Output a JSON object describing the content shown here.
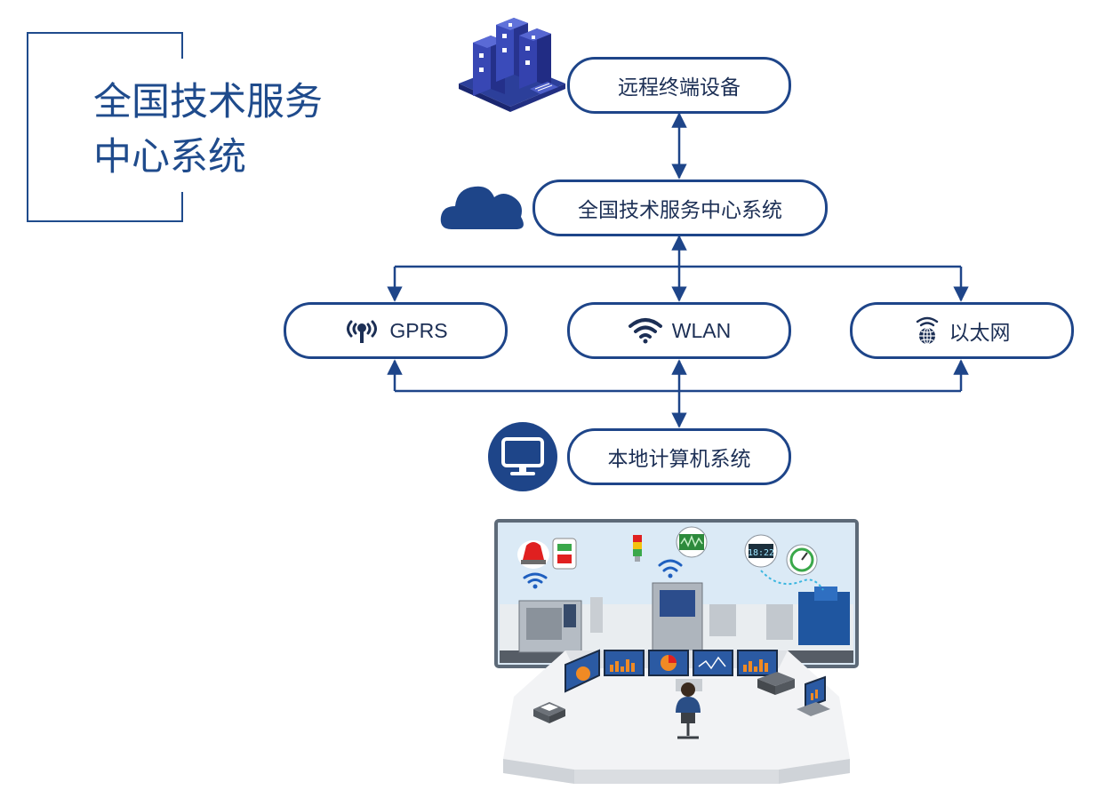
{
  "title": {
    "line1": "全国技术服务",
    "line2": "中心系统"
  },
  "nodes": {
    "remote": {
      "label": "远程终端设备"
    },
    "center": {
      "label": "全国技术服务中心系统"
    },
    "gprs": {
      "label": "GPRS",
      "icon": "antenna-icon"
    },
    "wlan": {
      "label": "WLAN",
      "icon": "wifi-icon"
    },
    "ethernet": {
      "label": "以太网",
      "icon": "globe-signal-icon"
    },
    "local": {
      "label": "本地计算机系统"
    }
  },
  "illustrations": {
    "top": "server-rack-illustration",
    "cloud": "cloud-icon",
    "monitor": "monitor-icon",
    "bottom": "control-room-illustration",
    "clock_readout": "18:22"
  },
  "colors": {
    "primary": "#1e4589",
    "title": "#1f4b8c",
    "text": "#1c2f55"
  }
}
